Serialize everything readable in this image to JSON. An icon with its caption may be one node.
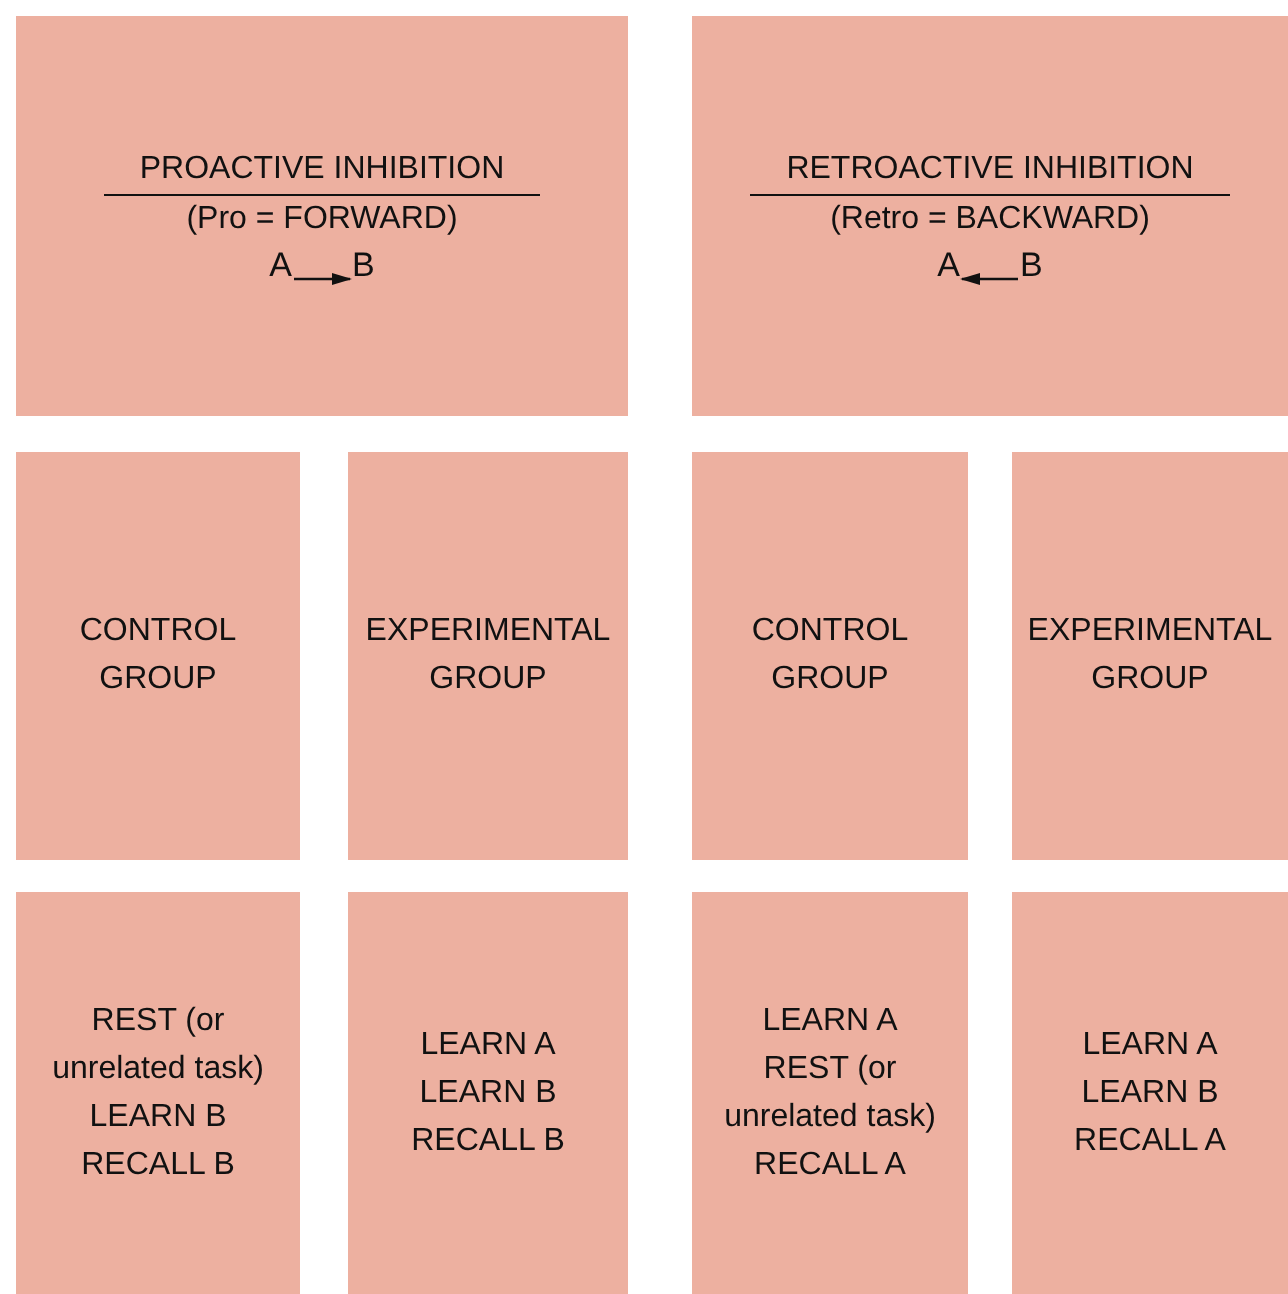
{
  "diagram": {
    "nodes": [
      {
        "text": [
          "PROACTIVE INHIBITION",
          "(Pro = FORWARD)"
        ]
      },
      {
        "text": [
          "A"
        ],
        "in": 0
      },
      {
        "text": [
          "B"
        ],
        "in": 0
      },
      {
        "text": [
          "RETROACTIVE INHIBITION",
          "(Retro = BACKWARD)"
        ]
      },
      {
        "text": [
          "A"
        ],
        "in": 3
      },
      {
        "text": [
          "B"
        ],
        "in": 3
      },
      {
        "text": [
          "CONTROL GROUP"
        ]
      },
      {
        "text": [
          "EXPERIMENTAL GROUP"
        ]
      },
      {
        "text": [
          "CONTROL GROUP"
        ]
      },
      {
        "text": [
          "EXPERIMENTAL GROUP"
        ]
      },
      {
        "text": [
          "REST (or unrelated task)",
          "LEARN B",
          "RECALL B"
        ]
      },
      {
        "text": [
          "LEARN A",
          "LEARN B",
          "RECALL B"
        ]
      },
      {
        "text": [
          "LEARN A",
          "REST (or unrelated task)",
          "RECALL A"
        ]
      },
      {
        "text": [
          "LEARN A",
          "LEARN B",
          "RECALL A"
        ]
      }
    ],
    "edges": [
      {
        "from": 1,
        "to": 2,
        "arrow": "to"
      },
      {
        "from": 5,
        "to": 4,
        "arrow": "to"
      }
    ]
  }
}
